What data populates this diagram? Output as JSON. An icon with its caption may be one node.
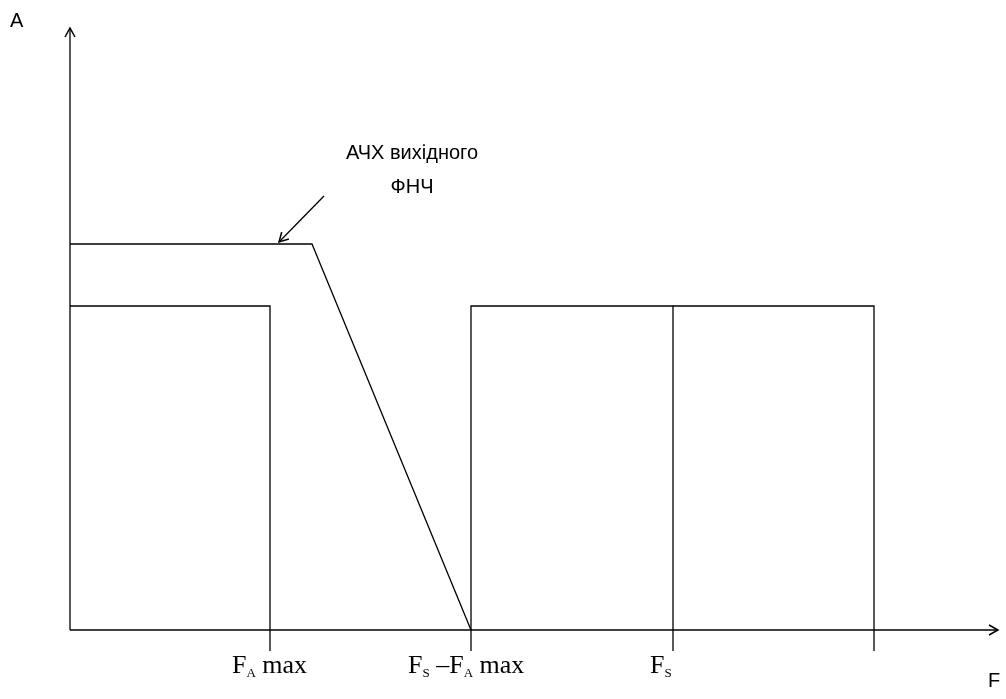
{
  "diagram": {
    "nodes": [
      {
        "text": [
          "АЧХ вихідного ФНЧ"
        ]
      },
      {
        "text": [],
        "shape": "line"
      }
    ],
    "edges": [
      {
        "from": 0,
        "to": 1,
        "arrow": "to"
      }
    ],
    "labels": [
      "A",
      "F$_{A}$ max",
      "F$_{S}$ –F$_{A}$ max",
      "F$_{S}$",
      "F"
    ]
  }
}
